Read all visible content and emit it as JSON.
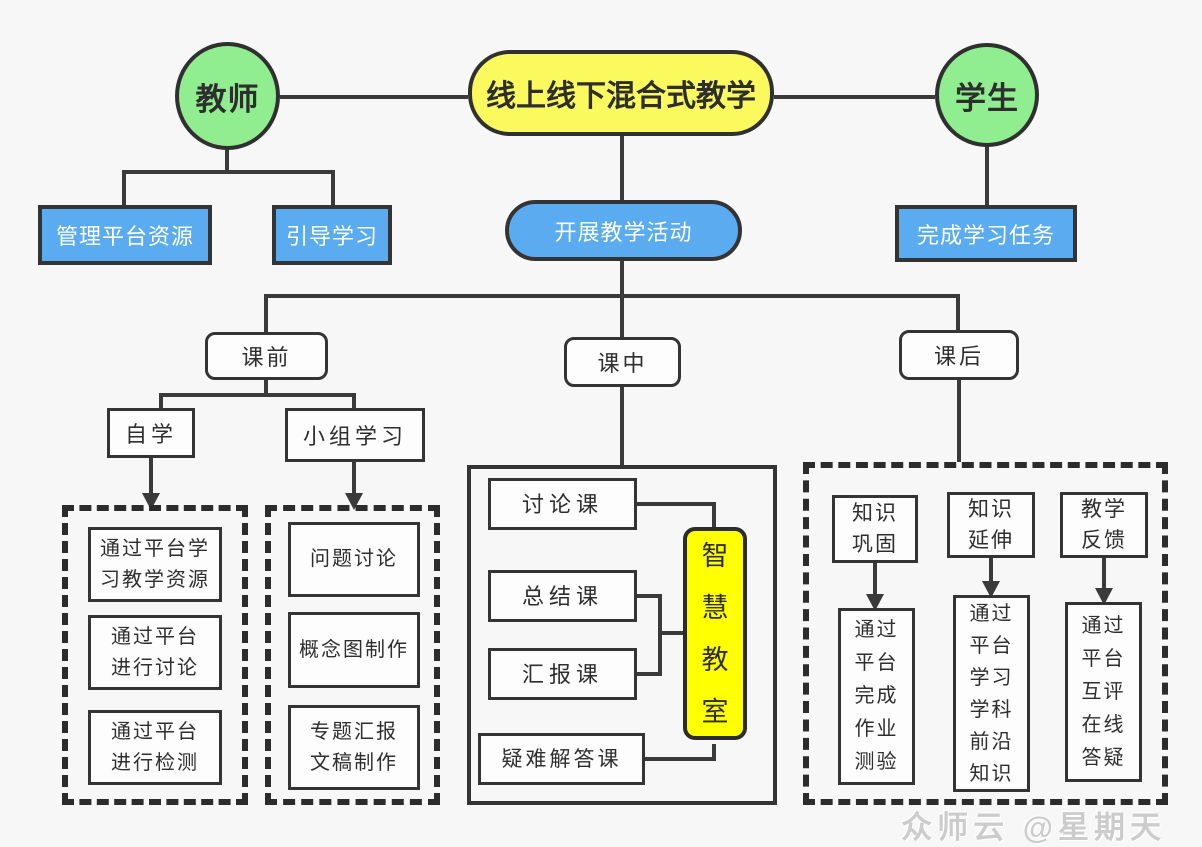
{
  "colors": {
    "background": "#f7f7f7",
    "green": "#90ee90",
    "yellow": "#fafa5f",
    "bright_yellow": "#ffff02",
    "blue": "#5aabf0",
    "line": "#3a3a3a",
    "watermark": "#cccccc"
  },
  "nodes": {
    "teacher": "教师",
    "title": "线上线下混合式教学",
    "student": "学生",
    "manage_resources": "管理平台资源",
    "guide_learning": "引导学习",
    "teaching_activities": "开展教学活动",
    "complete_tasks": "完成学习任务",
    "pre_class": "课前",
    "in_class": "课中",
    "post_class": "课后",
    "self_study": "自学",
    "group_study": "小组学习",
    "self_study_item_1": "通过平台学\n习教学资源",
    "self_study_item_2": "通过平台\n进行讨论",
    "self_study_item_3": "通过平台\n进行检测",
    "group_item_1": "问题讨论",
    "group_item_2": "概念图制作",
    "group_item_3": "专题汇报\n文稿制作",
    "class_type_1": "讨论课",
    "class_type_2": "总结课",
    "class_type_3": "汇报课",
    "class_type_4": "疑难解答课",
    "smart_classroom": "智\n慧\n教\n室",
    "post_item_1": "知识\n巩固",
    "post_item_2": "知识\n延伸",
    "post_item_3": "教学\n反馈",
    "post_detail_1": "通过\n平台\n完成\n作业\n测验",
    "post_detail_2": "通过\n平台\n学习\n学科\n前沿\n知识",
    "post_detail_3": "通过\n平台\n互评\n在线\n答疑"
  },
  "watermark": "众师云 @星期天"
}
